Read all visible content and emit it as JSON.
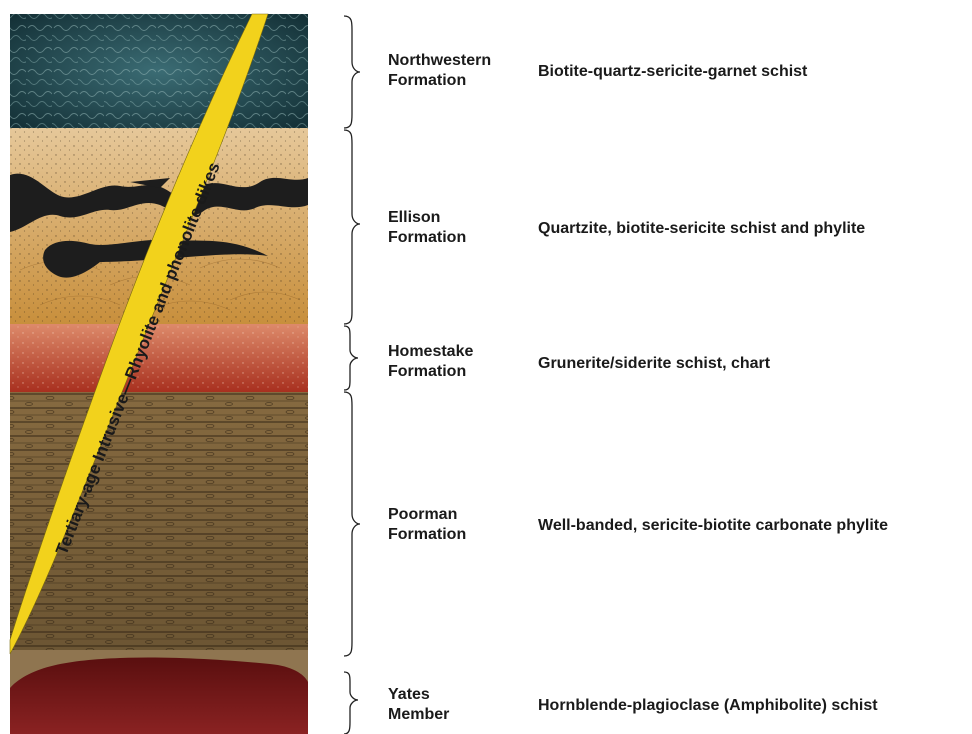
{
  "dike": {
    "label": "Tertiary-age Intrusive—Rhyolite and phonolite dikes",
    "color": "#f2d21c"
  },
  "formations": [
    {
      "name_line1": "Northwestern",
      "name_line2": "Formation",
      "description": "Biotite-quartz-sericite-garnet schist",
      "color": "#234a52"
    },
    {
      "name_line1": "Ellison",
      "name_line2": "Formation",
      "description": "Quartzite, biotite-sericite schist and phylite",
      "color": "#d9a860"
    },
    {
      "name_line1": "Homestake",
      "name_line2": "Formation",
      "description": "Grunerite/siderite schist, chart",
      "color": "#c2523c"
    },
    {
      "name_line1": "Poorman",
      "name_line2": "Formation",
      "description": "Well-banded, sericite-biotite carbonate phylite",
      "color": "#7a6038"
    },
    {
      "name_line1": "Yates",
      "name_line2": "Member",
      "description": "Hornblende-plagioclase (Amphibolite) schist",
      "color": "#6e1414"
    }
  ]
}
